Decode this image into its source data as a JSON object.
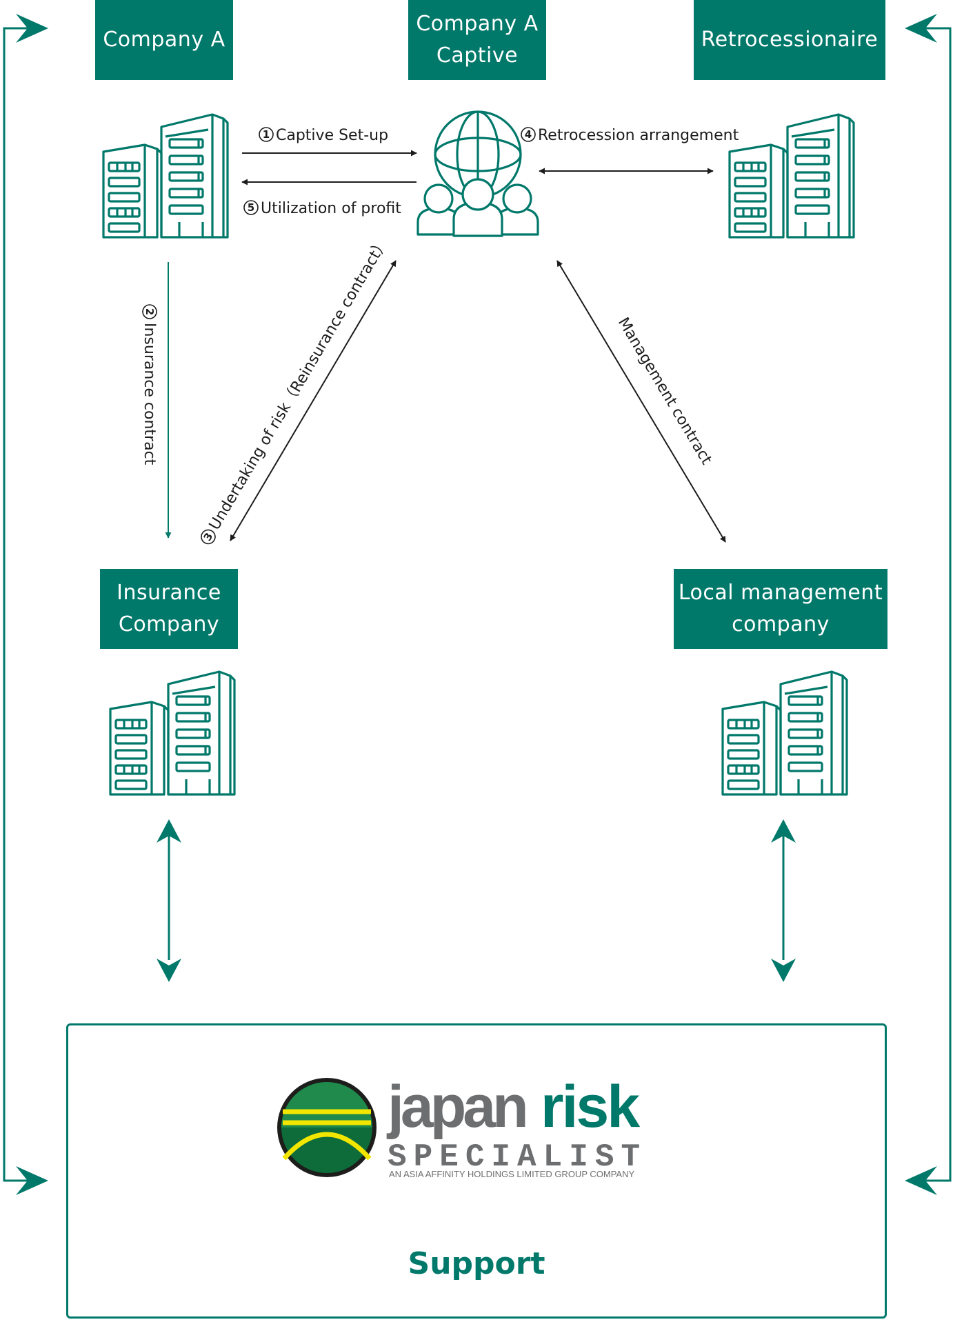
{
  "nodes": {
    "company_a": "Company A",
    "captive_line1": "Company A",
    "captive_line2": "Captive",
    "retrocessionaire": "Retrocessionaire",
    "insurance_line1": "Insurance",
    "insurance_line2": "Company",
    "local_line1": "Local management",
    "local_line2": "company"
  },
  "edges": {
    "e1": {
      "num": "1",
      "label": "Captive Set-up"
    },
    "e2": {
      "num": "2",
      "label": "Insurance contract"
    },
    "e3": {
      "num": "3",
      "label": "Undertaking of risk（Reinsurance contract）"
    },
    "e4": {
      "num": "4",
      "label": "Retrocession arrangement"
    },
    "e5": {
      "num": "5",
      "label": "Utilization of profit"
    },
    "management": "Management contract"
  },
  "logo": {
    "word1": "japan",
    "word2": "risk",
    "specialist": "SPECIALIST",
    "tagline": "AN ASIA AFFINITY HOLDINGS LIMITED GROUP COMPANY"
  },
  "support": "Support",
  "colors": {
    "accent": "#00786a",
    "text": "#1c1c1c",
    "logo_gray": "#6d6e70"
  }
}
